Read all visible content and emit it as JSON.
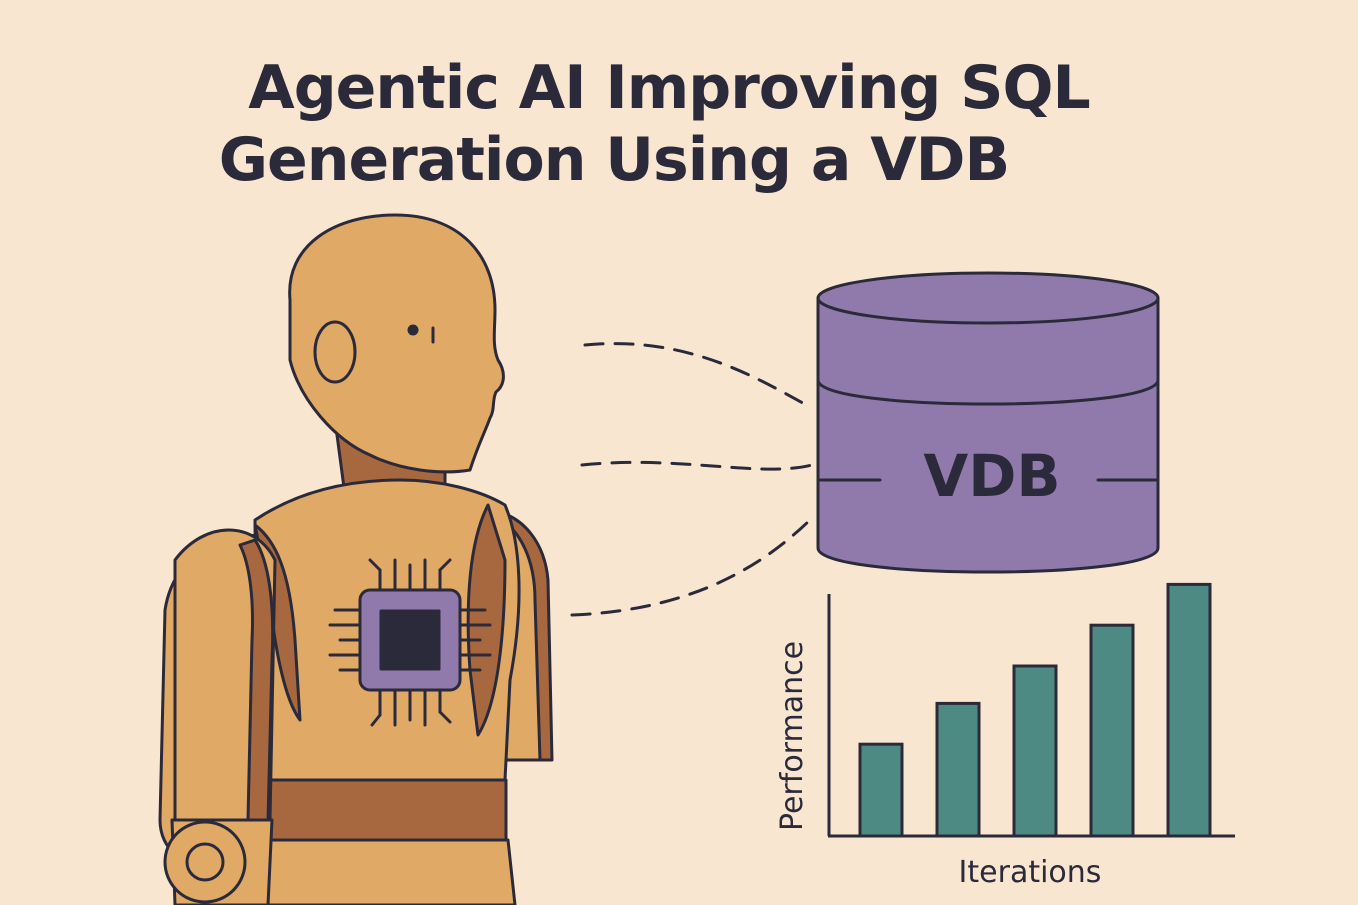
{
  "title": {
    "line1": "Agentic AI Improving SQL",
    "line2": "Generation Using a VDB"
  },
  "database": {
    "label": "VDB",
    "icon": "database-cylinder-icon",
    "fill_color": "#8f7aab"
  },
  "agent": {
    "icon": "robot-agent-icon",
    "chip_icon": "chip-icon",
    "body_color": "#e0a965",
    "shadow_color": "#a8683f",
    "chip_color": "#8f7aab"
  },
  "chart_data": {
    "type": "bar",
    "xlabel": "Iterations",
    "ylabel": "Performance",
    "values": [
      2.7,
      3.9,
      5.0,
      6.2,
      7.4
    ],
    "ylim": [
      0,
      8
    ],
    "bar_color": "#4e8a84",
    "grid": false
  }
}
